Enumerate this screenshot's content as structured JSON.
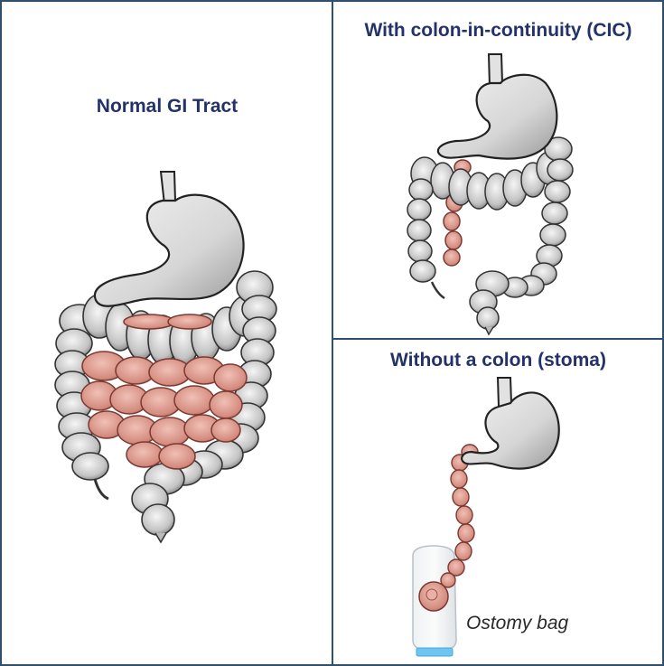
{
  "panels": {
    "left": {
      "title": "Normal GI Tract"
    },
    "top_right": {
      "title": "With colon-in-continuity (CIC)"
    },
    "bottom_right": {
      "title": "Without a colon (stoma)",
      "bag_label": "Ostomy bag"
    }
  },
  "colors": {
    "border": "#2f4f6f",
    "title": "#23336a",
    "colon": "#d4d4d4",
    "small_intestine": "#d9978c",
    "stomach": "#e6e6e6",
    "bag_cap": "#6ec6f0"
  }
}
